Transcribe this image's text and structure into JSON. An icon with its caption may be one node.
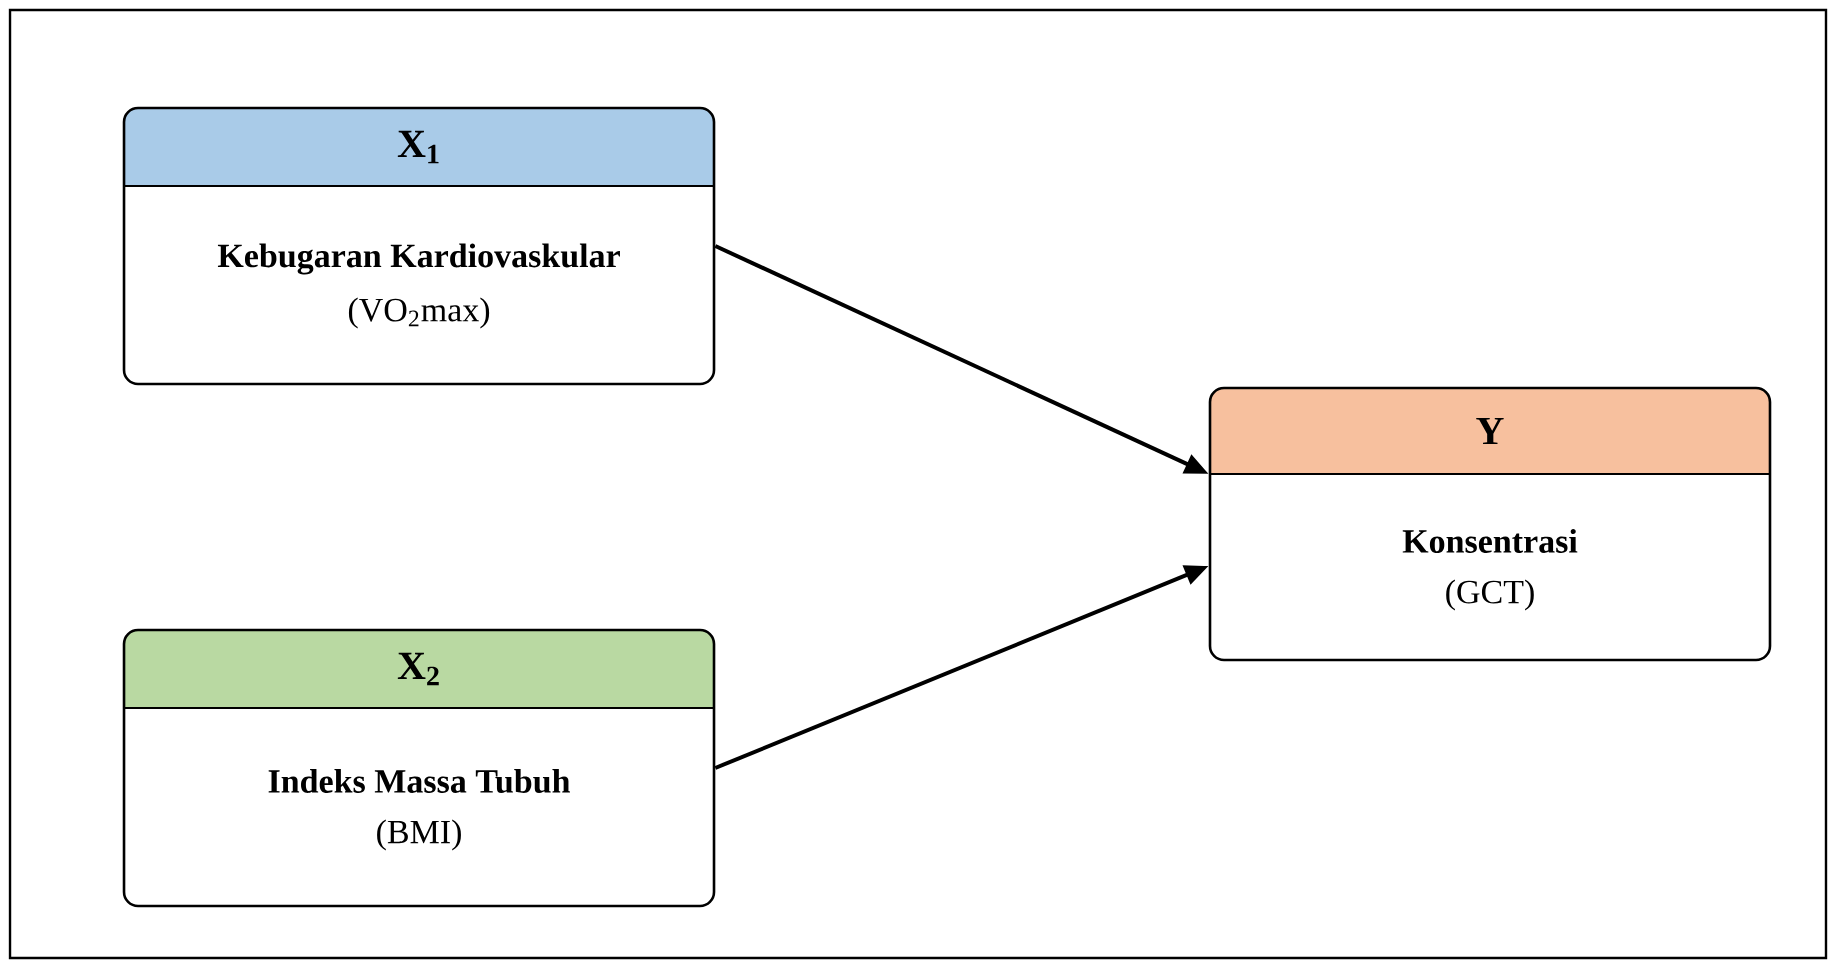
{
  "diagram": {
    "nodes": [
      {
        "text": [
          "X$_{1}$",
          "Kebugaran Kardiovaskular",
          "(VO$_{2}$max)"
        ]
      },
      {
        "text": [
          "X$_{2}$",
          "Indeks Massa Tubuh",
          "(BMI)"
        ]
      },
      {
        "text": [
          "Y",
          "Konsentrasi",
          "(GCT)"
        ]
      }
    ],
    "edges": [
      {
        "from": 0,
        "to": 2,
        "arrow": "to"
      },
      {
        "from": 1,
        "to": 2,
        "arrow": "to"
      }
    ]
  }
}
